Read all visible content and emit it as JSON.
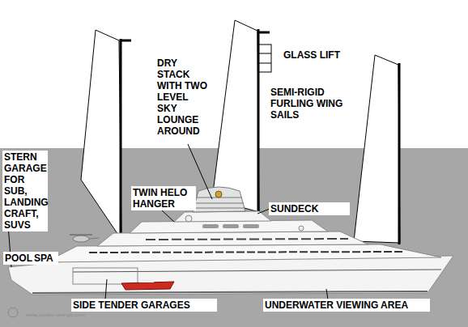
{
  "diagram": {
    "labels": [
      "DRY STACK WITH TWO LEVEL SKY LOUNGE AROUND",
      "GLASS LIFT",
      "SEMI-RIGID FURLING WING SAILS",
      "STERN GARAGE FOR SUB, LANDING CRAFT, SUVS",
      "TWIN HELO HANGER",
      "SUNDECK",
      "POOL",
      "SPA",
      "SIDE TENDER GARAGES",
      "UNDERWATER VIEWING AREA",
      "www.modin-design.com"
    ]
  }
}
